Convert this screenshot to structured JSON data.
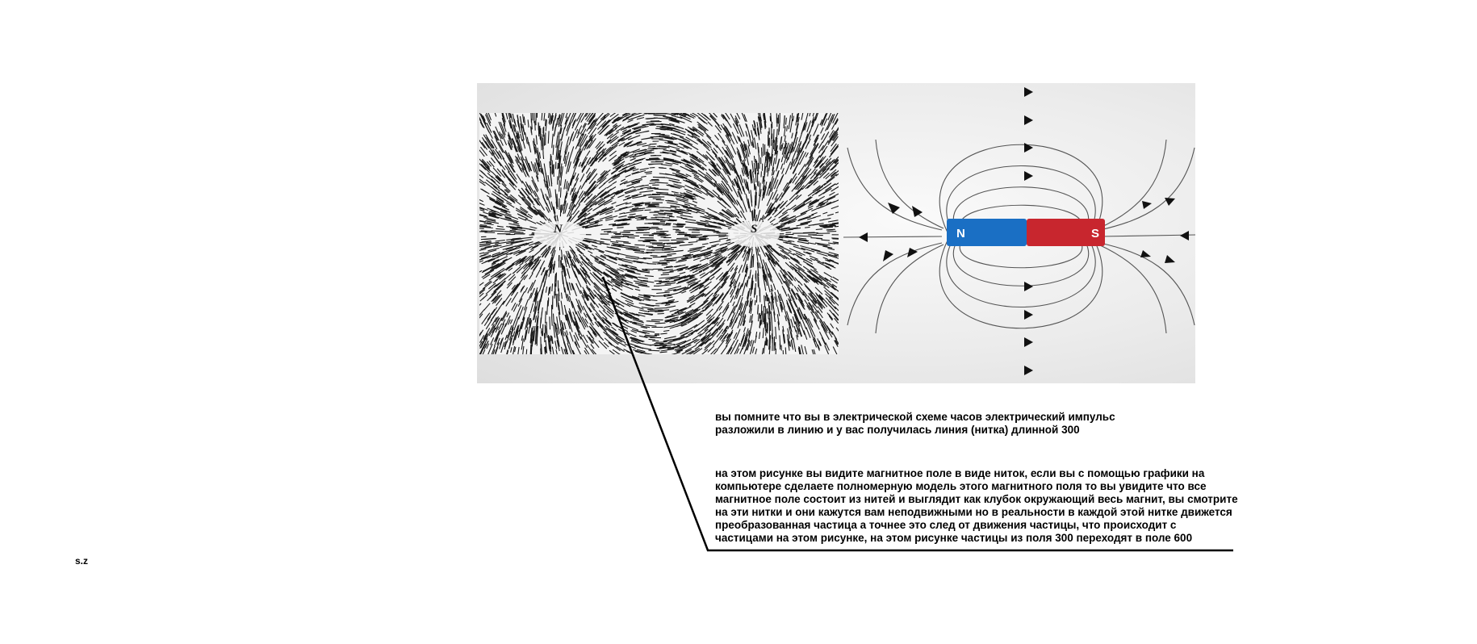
{
  "figure": {
    "filings": {
      "north_label": "N",
      "south_label": "S"
    },
    "magnet": {
      "north_label": "N",
      "south_label": "S",
      "north_color": "#1a6fc4",
      "south_color": "#c8262e"
    }
  },
  "text": {
    "para1_line1": "вы помните что вы в электрической схеме часов электрический импульс",
    "para1_line2": "разложили в линию и у вас получилась линия (нитка) длинной 300",
    "para2_line1": "на этом рисунке вы видите магнитное поле в виде ниток, если вы с помощью графики на",
    "para2_line2": "компьютере сделаете полномерную модель  этого магнитного поля то вы увидите что все",
    "para2_line3": "магнитное поле состоит из нитей и выглядит как клубок окружающий весь магнит, вы смотрите",
    "para2_line4": "на эти нитки и они кажутся вам неподвижными но в реальности в каждой этой нитке движется",
    "para2_line5": "преобразованная частица а точнее это след от движения частицы, что происходит с",
    "para2_line6": "частицами на этом рисунке, на этом рисунке частицы из поля 300 переходят в поле 600"
  },
  "signature": "s.z"
}
